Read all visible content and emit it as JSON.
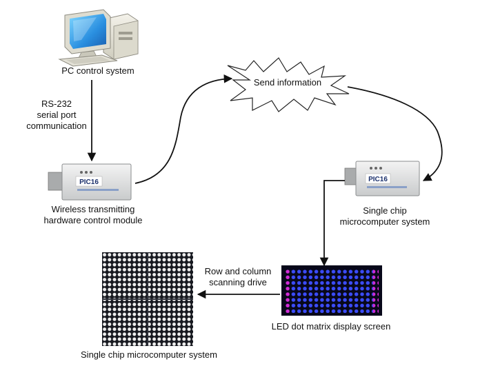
{
  "nodes": {
    "pc": {
      "label": "PC control system"
    },
    "rs232": {
      "label_lines": [
        "RS-232",
        "serial port",
        "communication"
      ]
    },
    "send": {
      "label": "Send information"
    },
    "wireless": {
      "label_lines": [
        "Wireless transmitting",
        "hardware control module"
      ]
    },
    "single_chip_right": {
      "label_lines": [
        "Single chip",
        "microcomputer system"
      ]
    },
    "row_col": {
      "label_lines": [
        "Row and column",
        "scanning drive"
      ]
    },
    "led_screen": {
      "label": "LED dot matrix display screen"
    },
    "single_chip_bottom": {
      "label": "Single chip microcomputer system"
    }
  },
  "module_device": {
    "brand_text": "PIC16",
    "brand_color": "#1a2f6b"
  },
  "colors": {
    "arrow": "#111111",
    "led_blue": "#3b4cff",
    "led_magenta": "#d22bd8",
    "panel_dark": "#16181f",
    "panel_dot": "#eeeeee"
  }
}
